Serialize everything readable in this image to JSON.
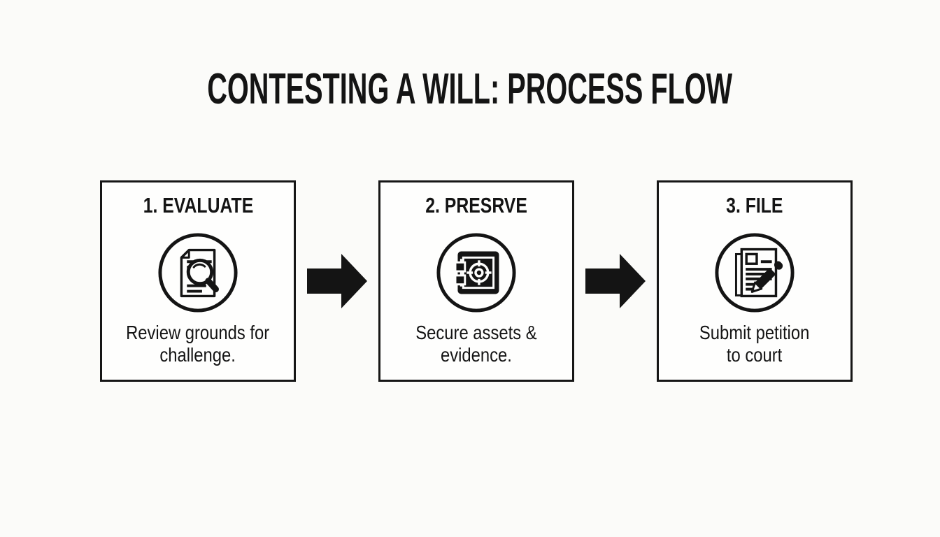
{
  "title": "CONTESTING A WILL: PROCESS FLOW",
  "steps": [
    {
      "heading": "1. EVALUATE",
      "description": "Review grounds for\nchallenge.",
      "icon": "document-magnifier-icon"
    },
    {
      "heading": "2. PRESRVE",
      "description": "Secure assets &\nevidence.",
      "icon": "safe-vault-icon"
    },
    {
      "heading": "3. FILE",
      "description": "Submit petition\nto court",
      "icon": "documents-pen-icon"
    }
  ],
  "connectors": {
    "icon": "arrow-right-icon"
  },
  "colors": {
    "background": "#fbfbf9",
    "box_fill": "#fefefd",
    "ink": "#141414"
  }
}
